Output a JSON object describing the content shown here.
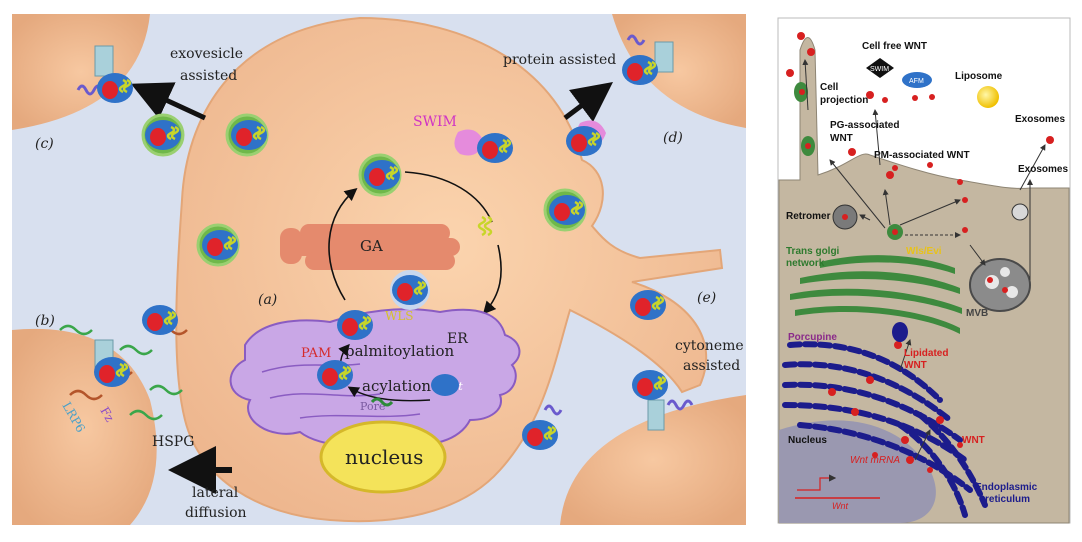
{
  "left_panel": {
    "labels": {
      "exovesicle": "exovesicle",
      "exovesicle2": "assisted",
      "c": "(c)",
      "protein": "protein assisted",
      "d": "(d)",
      "swim": "SWIM",
      "ga": "GA",
      "a": "(a)",
      "wls": "WLS",
      "er": "ER",
      "pam": "PAM",
      "palm": "palmitoylation",
      "acyl": "acylation",
      "wnt": "Wnt",
      "pore": "Pore",
      "nucleus": "nucleus",
      "b": "(b)",
      "lrp6": "LRP6",
      "fz": "Fz",
      "hspg": "HSPG",
      "lateral": "lateral",
      "diffusion": "diffusion",
      "e": "(e)",
      "cytoneme": "cytoneme",
      "cyto2": "assisted"
    }
  },
  "right_panel": {
    "labels": {
      "cellfree": "Cell free WNT",
      "swim": "SWIM",
      "afm": "AFM",
      "liposome": "Liposome",
      "cellproj1": "Cell",
      "cellproj2": "projection",
      "pg1": "PG-associated",
      "pg2": "WNT",
      "exosomes": "Exosomes",
      "pm": "PM-associated WNT",
      "retromer": "Retromer",
      "tgn1": "Trans golgi",
      "tgn2": "network",
      "wls": "Wls/Evi",
      "mvb": "MVB",
      "porcupine": "Porcupine",
      "lip1": "Lipidated",
      "lip2": "WNT",
      "nucleus": "Nucleus",
      "wntmrna": "Wnt mRNA",
      "wntgene": "Wnt",
      "wnt": "WNT",
      "er1": "Endoplasmic",
      "er2": "reticulum"
    }
  }
}
